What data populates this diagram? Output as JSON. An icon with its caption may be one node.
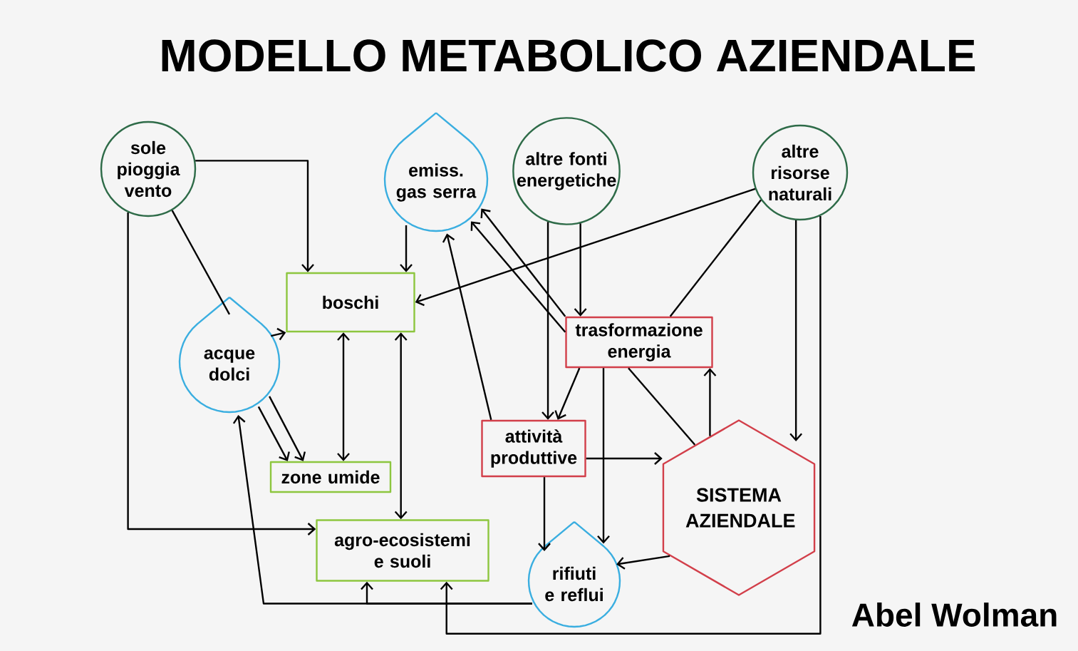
{
  "diagram": {
    "title": "MODELLO METABOLICO AZIENDALE",
    "nodes": [
      {
        "text": [
          "sole pioggia vento"
        ]
      },
      {
        "text": [
          "emiss. gas serra"
        ]
      },
      {
        "text": [
          "altre fonti energetiche"
        ]
      },
      {
        "text": [
          "altre risorse naturali"
        ]
      },
      {
        "text": [
          "boschi"
        ]
      },
      {
        "text": [
          "acque dolci"
        ]
      },
      {
        "text": [
          "trasformazione energia"
        ]
      },
      {
        "text": [
          "attività produttive"
        ]
      },
      {
        "text": [
          "zone umide"
        ]
      },
      {
        "text": [
          "SISTEMA AZIENDALE"
        ]
      },
      {
        "text": [
          "agro-ecosistemi e suoli"
        ]
      },
      {
        "text": [
          "rifiuti e reflui"
        ]
      }
    ],
    "edges": [
      {
        "from": 0,
        "to": 4,
        "arrow": "to"
      },
      {
        "from": 0,
        "to": 5,
        "arrow": "none"
      },
      {
        "from": 0,
        "to": 10,
        "arrow": "to"
      },
      {
        "from": 1,
        "to": 4,
        "arrow": "to"
      },
      {
        "from": 3,
        "to": 4,
        "arrow": "to"
      },
      {
        "from": 3,
        "to": 6,
        "arrow": "none"
      },
      {
        "from": 3,
        "to": 9,
        "arrow": "to"
      },
      {
        "from": 3,
        "to": 10,
        "arrow": "to"
      },
      {
        "from": 2,
        "to": 6,
        "arrow": "to"
      },
      {
        "from": 2,
        "to": 7,
        "arrow": "to"
      },
      {
        "from": 6,
        "to": 1,
        "arrow": "to"
      },
      {
        "from": 6,
        "to": 1,
        "arrow": "to"
      },
      {
        "from": 7,
        "to": 1,
        "arrow": "to"
      },
      {
        "from": 5,
        "to": 4,
        "arrow": "to"
      },
      {
        "from": 4,
        "to": 8,
        "arrow": "both"
      },
      {
        "from": 4,
        "to": 10,
        "arrow": "both"
      },
      {
        "from": 5,
        "to": 8,
        "arrow": "to"
      },
      {
        "from": 5,
        "to": 8,
        "arrow": "to"
      },
      {
        "from": 11,
        "to": 5,
        "arrow": "to"
      },
      {
        "from": 11,
        "to": 10,
        "arrow": "to"
      },
      {
        "from": 6,
        "to": 7,
        "arrow": "to"
      },
      {
        "from": 6,
        "to": 11,
        "arrow": "to"
      },
      {
        "from": 6,
        "to": 9,
        "arrow": "none"
      },
      {
        "from": 9,
        "to": 6,
        "arrow": "to"
      },
      {
        "from": 7,
        "to": 9,
        "arrow": "to"
      },
      {
        "from": 7,
        "to": 11,
        "arrow": "to"
      },
      {
        "from": 9,
        "to": 11,
        "arrow": "to"
      }
    ],
    "labels": [
      "Abel Wolman"
    ]
  }
}
